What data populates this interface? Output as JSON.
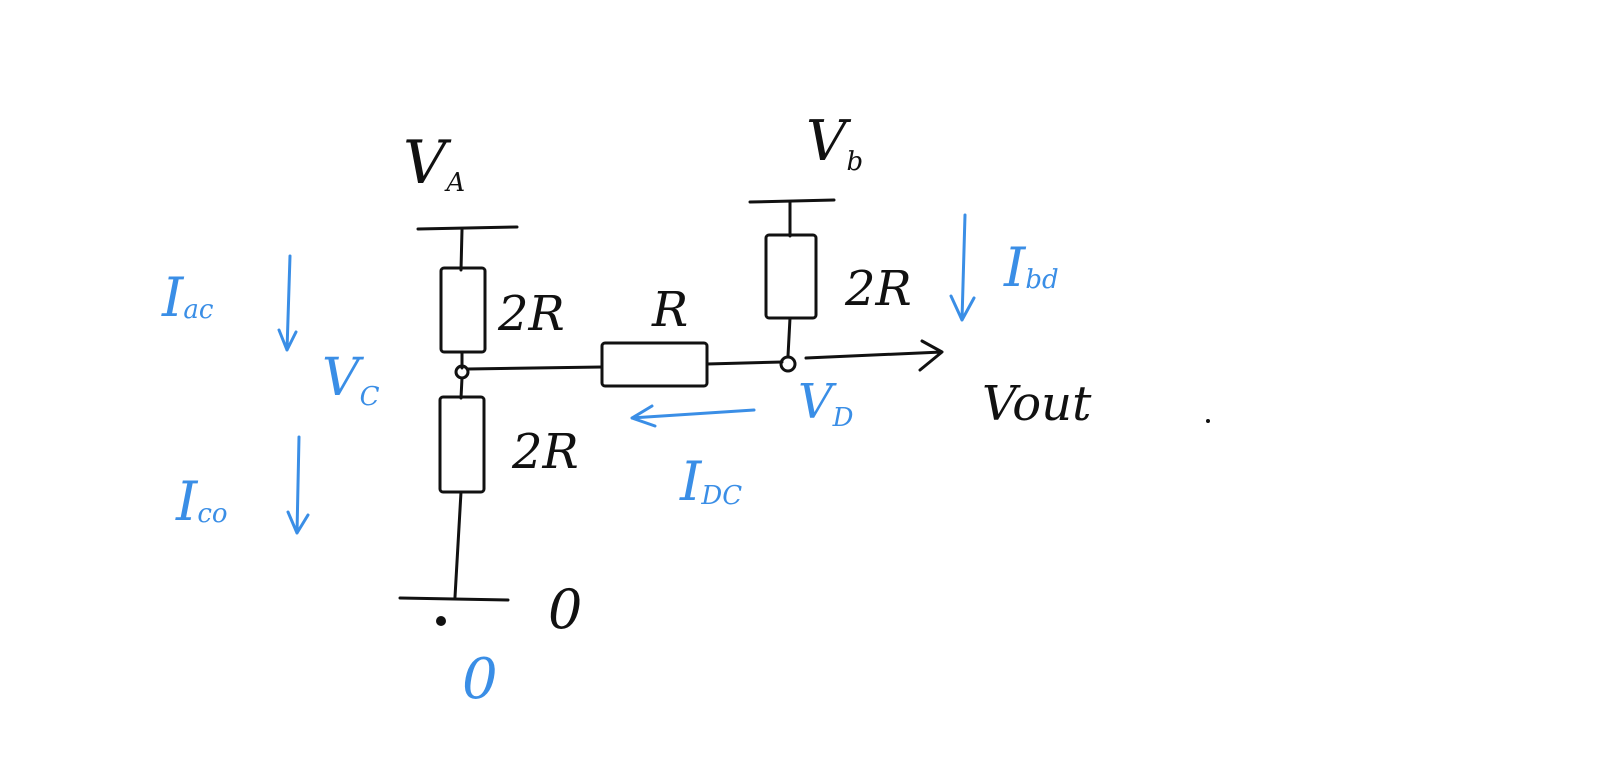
{
  "colors": {
    "ink": "#111111",
    "annotation": "#3a8ee6",
    "background": "#ffffff"
  },
  "nodes": {
    "va": {
      "main": "V",
      "sub": "A"
    },
    "vb": {
      "main": "V",
      "sub": "b"
    },
    "vc": {
      "main": "V",
      "sub": "C"
    },
    "vd": {
      "main": "V",
      "sub": "D"
    },
    "vout": "Vout",
    "ground_black": "0",
    "ground_blue": "0"
  },
  "resistors": {
    "r_ac": "2R",
    "r_co": "2R",
    "r_dc": "R",
    "r_bd": "2R"
  },
  "currents": {
    "i_ac": {
      "main": "I",
      "sub": "ac"
    },
    "i_co": {
      "main": "I",
      "sub": "co"
    },
    "i_bd": {
      "main": "I",
      "sub": "bd"
    },
    "i_dc": {
      "main": "I",
      "sub": "DC"
    }
  }
}
